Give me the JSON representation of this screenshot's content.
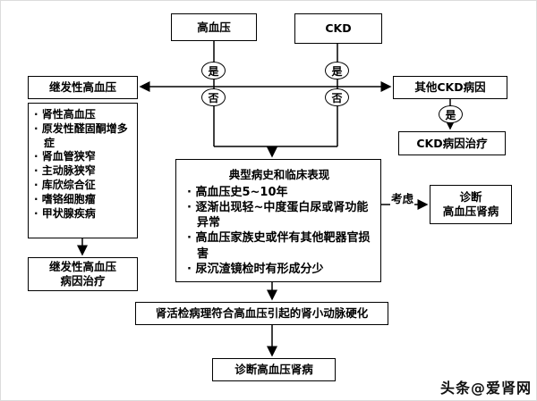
{
  "colors": {
    "line": "#000000",
    "box_border": "#000000",
    "background": "#ffffff",
    "text": "#000000"
  },
  "nodes": {
    "hypertension": {
      "label": "高血压"
    },
    "ckd": {
      "label": "CKD"
    },
    "secondary_htn": {
      "label": "继发性高血压"
    },
    "secondary_causes": {
      "items": [
        "肾性高血压",
        "原发性醛固酮增多症",
        "肾血管狭窄",
        "主动脉狭窄",
        "库欣综合征",
        "嗜铬细胞瘤",
        "甲状腺疾病"
      ]
    },
    "secondary_treatment": {
      "line1": "继发性高血压",
      "line2": "病因治疗"
    },
    "other_ckd": {
      "label": "其他CKD病因"
    },
    "ckd_treatment": {
      "label": "CKD病因治疗"
    },
    "typical_history": {
      "title": "典型病史和临床表现",
      "items": [
        "高血压史5~10年",
        "逐渐出现轻~中度蛋白尿或肾功能异常",
        "高血压家族史或伴有其他靶器官损害",
        "尿沉渣镜检时有形成分少"
      ]
    },
    "diagnosis_consider": {
      "line1": "诊断",
      "line2": "高血压肾病"
    },
    "biopsy": {
      "label": "肾活检病理符合高血压引起的肾小动脉硬化"
    },
    "final_diagnosis": {
      "label": "诊断高血压肾病"
    }
  },
  "labels": {
    "yes": "是",
    "no": "否",
    "consider": "考虑"
  },
  "watermark": {
    "text": "头条@爱肾网"
  }
}
